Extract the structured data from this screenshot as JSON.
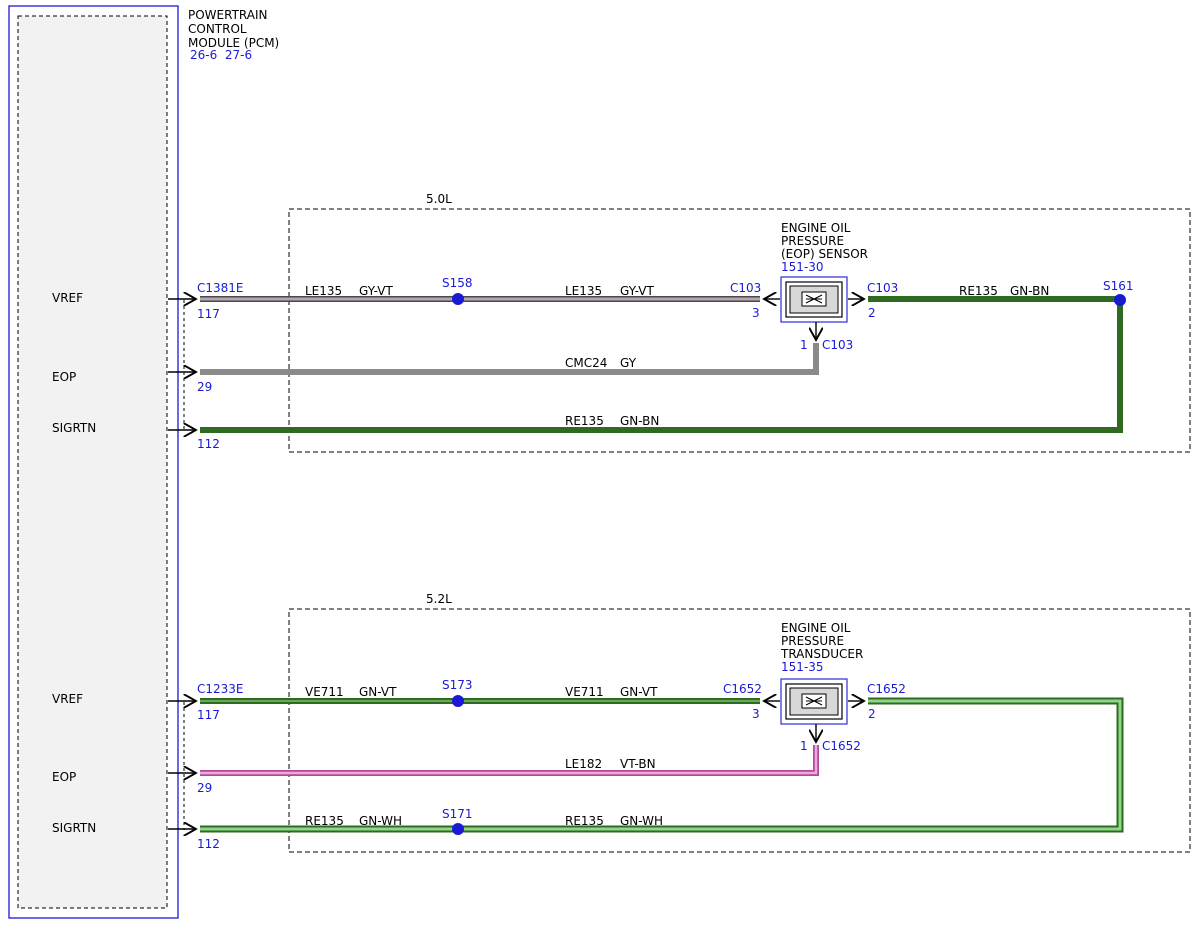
{
  "pcm": {
    "title_lines": [
      "POWERTRAIN",
      "CONTROL",
      "MODULE (PCM)"
    ],
    "refs": "26-6  27-6"
  },
  "upper": {
    "variant": "5.0L",
    "sensor_lines": [
      "ENGINE OIL",
      "PRESSURE",
      "(EOP) SENSOR"
    ],
    "sensor_ref": "151-30",
    "pcm_connector": "C1381E",
    "sensor_connector_left": "C103",
    "sensor_connector_right": "C103",
    "sensor_connector_bottom": "C103",
    "splice_a": "S158",
    "splice_b": "S161",
    "pins": {
      "vref": "117",
      "eop": "29",
      "sigrtn": "112",
      "sensor_left": "3",
      "sensor_right": "2",
      "sensor_bottom": "1"
    },
    "wires": {
      "vref_left": {
        "circuit": "LE135",
        "color": "GY-VT"
      },
      "vref_right": {
        "circuit": "LE135",
        "color": "GY-VT"
      },
      "eop": {
        "circuit": "CMC24",
        "color": "GY"
      },
      "sigrtn_sensor": {
        "circuit": "RE135",
        "color": "GN-BN"
      },
      "sigrtn": {
        "circuit": "RE135",
        "color": "GN-BN"
      }
    }
  },
  "lower": {
    "variant": "5.2L",
    "sensor_lines": [
      "ENGINE OIL",
      "PRESSURE",
      "TRANSDUCER"
    ],
    "sensor_ref": "151-35",
    "pcm_connector": "C1233E",
    "sensor_connector_left": "C1652",
    "sensor_connector_right": "C1652",
    "sensor_connector_bottom": "C1652",
    "splice_a": "S173",
    "splice_b": "S171",
    "pins": {
      "vref": "117",
      "eop": "29",
      "sigrtn": "112",
      "sensor_left": "3",
      "sensor_right": "2",
      "sensor_bottom": "1"
    },
    "wires": {
      "vref_left": {
        "circuit": "VE711",
        "color": "GN-VT"
      },
      "vref_right": {
        "circuit": "VE711",
        "color": "GN-VT"
      },
      "eop": {
        "circuit": "LE182",
        "color": "VT-BN"
      },
      "sigrtn_left": {
        "circuit": "RE135",
        "color": "GN-WH"
      },
      "sigrtn_right": {
        "circuit": "RE135",
        "color": "GN-WH"
      }
    }
  },
  "pin_labels": {
    "upper_vref": "VREF",
    "upper_eop": "EOP",
    "upper_sigrtn": "SIGRTN",
    "lower_vref": "VREF",
    "lower_eop": "EOP",
    "lower_sigrtn": "SIGRTN"
  },
  "colors": {
    "reference_blue": "#1a1ad6",
    "wire_gy_vt": "#b7a3b4",
    "wire_gy": "#8a8a8a",
    "wire_gn_bn": "#2e6a1f",
    "wire_gn_vt": "#3f7d33",
    "wire_vt_bn": "#e07acb",
    "wire_gn_wh": "#8fd68a"
  }
}
